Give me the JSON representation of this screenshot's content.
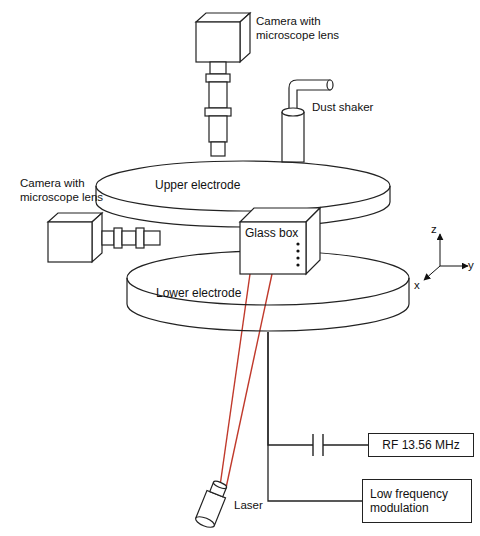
{
  "diagram": {
    "nodes": [
      {
        "text": [
          "Upper electrode"
        ]
      },
      {
        "text": [
          "Glass box"
        ]
      },
      {
        "text": [
          "Lower electrode"
        ]
      },
      {
        "text": [
          "RF 13.56 MHz"
        ]
      },
      {
        "text": [
          "Low frequency modulation"
        ]
      }
    ],
    "edges": [
      {
        "from": 2,
        "to": 3,
        "arrow": "none"
      },
      {
        "from": 2,
        "to": 4,
        "arrow": "none"
      }
    ],
    "labels": [
      "Camera with microscope lens",
      "Dust shaker",
      "Camera with microscope lens",
      "z",
      "y",
      "x",
      "Laser"
    ]
  }
}
